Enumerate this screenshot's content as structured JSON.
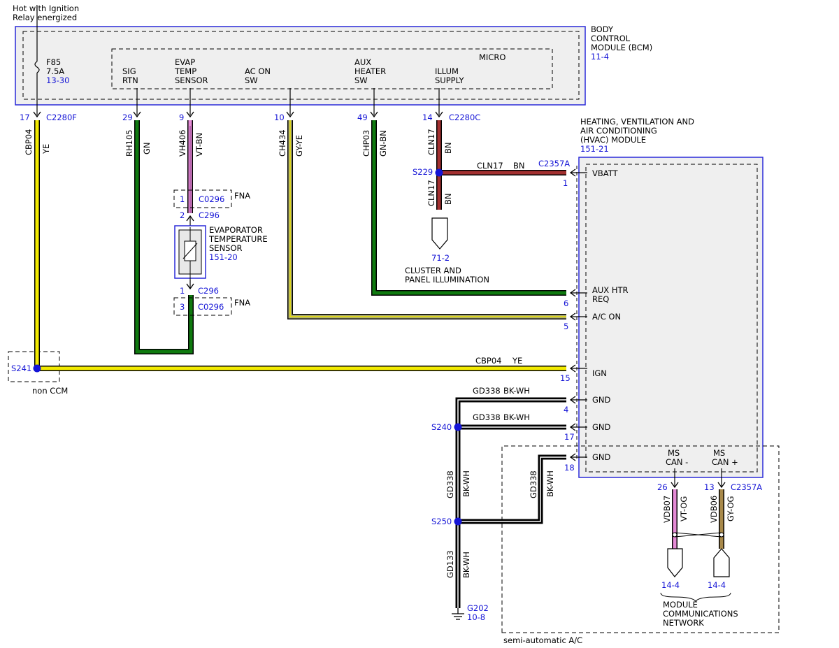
{
  "header": {
    "power_line1": "Hot with Ignition",
    "power_line2": "Relay energized"
  },
  "bcm": {
    "title_line1": "BODY",
    "title_line2": "CONTROL",
    "title_line3": "MODULE (BCM)",
    "ref": "11-4",
    "fuse_name": "F85",
    "fuse_rating": "7.5A",
    "fuse_ref": "13-30",
    "micro_label": "MICRO",
    "connector_f": "C2280F",
    "connector_c": "C2280C",
    "pins": [
      {
        "line1": "SIG",
        "line2": "RTN",
        "pin": "29"
      },
      {
        "line1": "EVAP",
        "line2": "TEMP",
        "line3": "SENSOR",
        "pin": "9"
      },
      {
        "line1": "AC ON",
        "line2": "SW",
        "pin": "10"
      },
      {
        "line1": "AUX",
        "line2": "HEATER",
        "line3": "SW",
        "pin": "49"
      },
      {
        "line1": "ILLUM",
        "line2": "SUPPLY",
        "pin": "14"
      }
    ],
    "fuse_pin": "17"
  },
  "wires": {
    "cbp04": {
      "circuit": "CBP04",
      "color": "YE",
      "hex": "#f2ea00"
    },
    "rh105": {
      "circuit": "RH105",
      "color": "GN",
      "hex": "#0f7a0f"
    },
    "vh406": {
      "circuit": "VH406",
      "color": "VT-BN",
      "hex": "#e58ad6"
    },
    "ch434": {
      "circuit": "CH434",
      "color": "GY-YE",
      "hex": "#b0b07a"
    },
    "chp03": {
      "circuit": "CHP03",
      "color": "GN-BN",
      "hex": "#0f7a0f"
    },
    "cln17": {
      "circuit": "CLN17",
      "color": "BN",
      "hex": "#a33030"
    },
    "gd338": {
      "circuit": "GD338",
      "color": "BK-WH",
      "hex": "#111111"
    },
    "gd133": {
      "circuit": "GD133",
      "color": "BK-WH",
      "hex": "#111111"
    },
    "vdb07": {
      "circuit": "VDB07",
      "color": "VT-OG",
      "hex": "#e58ad6"
    },
    "vdb06": {
      "circuit": "VDB06",
      "color": "GY-OG",
      "hex": "#a8894a"
    }
  },
  "splices": {
    "s229": "S229",
    "s241": "S241",
    "s240": "S240",
    "s250": "S250",
    "non_ccm": "non CCM"
  },
  "sensor": {
    "line1": "EVAPORATOR",
    "line2": "TEMPERATURE",
    "line3": "SENSOR",
    "ref": "151-20",
    "conn_top_pin": "1",
    "conn_top_name": "C0296",
    "conn_top_pin2": "2",
    "conn_top_name2": "C296",
    "conn_bot_pin": "1",
    "conn_bot_name": "C296",
    "conn_bot_pin2": "3",
    "conn_bot_name2": "C0296",
    "fna": "FNA"
  },
  "cluster": {
    "ref": "71-2",
    "line1": "CLUSTER AND",
    "line2": "PANEL ILLUMINATION"
  },
  "hvac": {
    "title_line1": "HEATING, VENTILATION AND",
    "title_line2": "AIR CONDITIONING",
    "title_line3": "(HVAC) MODULE",
    "ref": "151-21",
    "connector": "C2357A",
    "pins": [
      {
        "label": "VBATT",
        "pin": "1"
      },
      {
        "label": "AUX HTR",
        "label2": "REQ",
        "pin": "6"
      },
      {
        "label": "A/C ON",
        "pin": "5"
      },
      {
        "label": "IGN",
        "pin": "15"
      },
      {
        "label": "GND",
        "pin": "4"
      },
      {
        "label": "GND",
        "pin": "17"
      },
      {
        "label": "GND",
        "pin": "18"
      }
    ],
    "can_minus_1": "MS",
    "can_minus_2": "CAN -",
    "can_plus_1": "MS",
    "can_plus_2": "CAN +",
    "can_minus_pin": "26",
    "can_plus_pin": "13",
    "can_connector": "C2357A"
  },
  "ground": {
    "name": "G202",
    "ref": "10-8"
  },
  "network": {
    "ref_left": "14-4",
    "ref_right": "14-4",
    "line1": "MODULE",
    "line2": "COMMUNICATIONS",
    "line3": "NETWORK",
    "option": "semi-automatic A/C"
  }
}
